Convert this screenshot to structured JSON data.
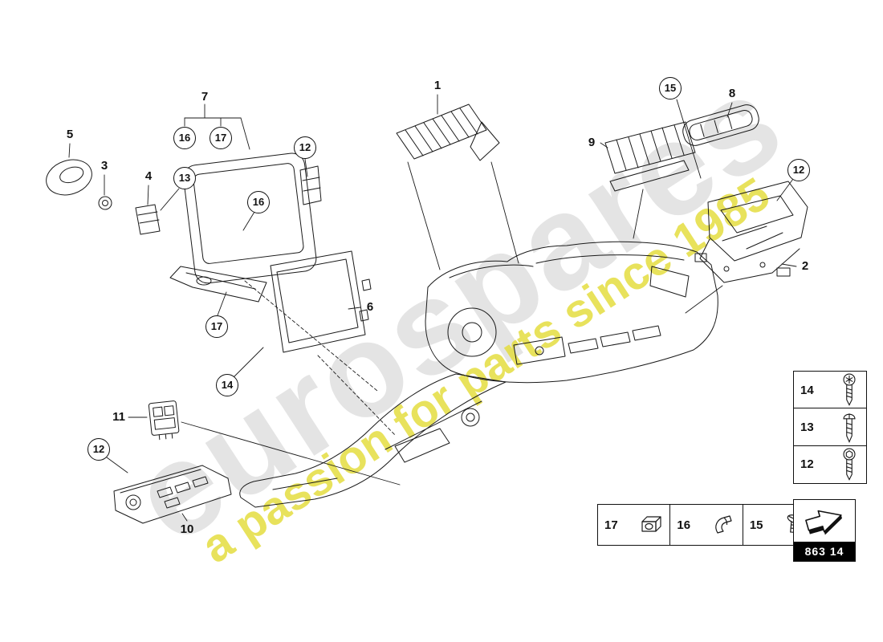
{
  "watermark": {
    "brand": "eurospares",
    "tagline": "a passion for parts since 1985"
  },
  "colors": {
    "line": "#1a1a1a",
    "watermark_brand": "#e4e4e4",
    "watermark_tagline": "#e4dd40",
    "legend_border": "#111111",
    "part_code_bg": "#000000",
    "part_code_text": "#ffffff"
  },
  "callouts": [
    {
      "label": "1",
      "type": "plain"
    },
    {
      "label": "7",
      "type": "plain"
    },
    {
      "label": "5",
      "type": "plain"
    },
    {
      "label": "3",
      "type": "plain"
    },
    {
      "label": "4",
      "type": "plain"
    },
    {
      "label": "8",
      "type": "plain"
    },
    {
      "label": "9",
      "type": "plain"
    },
    {
      "label": "2",
      "type": "plain"
    },
    {
      "label": "6",
      "type": "plain"
    },
    {
      "label": "11",
      "type": "plain"
    },
    {
      "label": "10",
      "type": "plain"
    },
    {
      "label": "15",
      "type": "circled"
    },
    {
      "label": "12",
      "type": "circled"
    },
    {
      "label": "16",
      "type": "circled"
    },
    {
      "label": "17",
      "type": "circled"
    },
    {
      "label": "13",
      "type": "circled"
    },
    {
      "label": "12",
      "type": "circled"
    },
    {
      "label": "16",
      "type": "circled"
    },
    {
      "label": "17",
      "type": "circled"
    },
    {
      "label": "14",
      "type": "circled"
    },
    {
      "label": "12",
      "type": "circled"
    }
  ],
  "legend": {
    "screw_column": [
      {
        "label": "14",
        "icon": "torx-screw"
      },
      {
        "label": "13",
        "icon": "pan-screw"
      },
      {
        "label": "12",
        "icon": "hex-screw"
      }
    ],
    "clip_row": [
      {
        "label": "17",
        "icon": "speed-nut"
      },
      {
        "label": "16",
        "icon": "spring-clip"
      },
      {
        "label": "15",
        "icon": "countersunk-screw"
      }
    ],
    "part_code": "863 14",
    "arrow_icon": "arrow-logo"
  }
}
